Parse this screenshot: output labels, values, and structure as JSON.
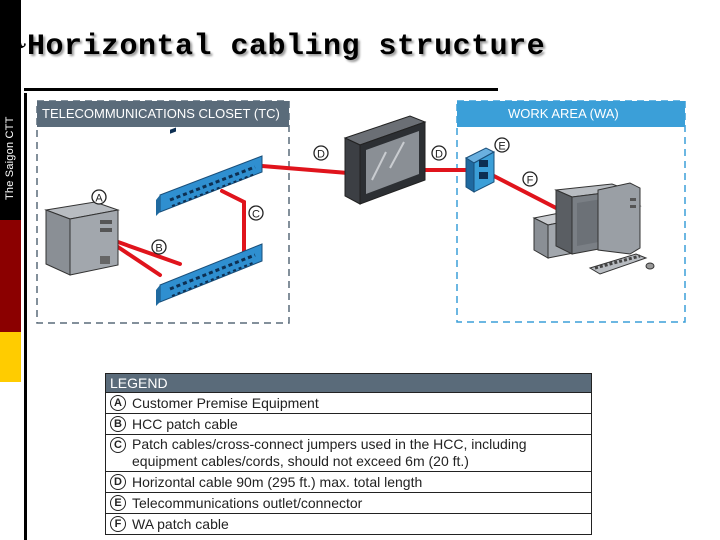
{
  "sidebar": {
    "text": "The Saigon CTT"
  },
  "title": {
    "bullet": "❧",
    "text": "Horizontal cabling structure"
  },
  "diagram": {
    "tc_label": "TELECOMMUNICATIONS CLOSET (TC)",
    "wa_label": "WORK AREA (WA)",
    "markers": {
      "a": "A",
      "b": "B",
      "c": "C",
      "d1": "D",
      "d2": "D",
      "e": "E",
      "f": "F"
    },
    "colors": {
      "cable": "#e0141c",
      "patch_panel": "#2f8fd0",
      "wa_header": "#3b9fd8",
      "tc_header": "#5a6b7a"
    }
  },
  "legend": {
    "header": "LEGEND",
    "items": [
      {
        "letter": "A",
        "text": "Customer Premise Equipment"
      },
      {
        "letter": "B",
        "text": "HCC patch cable"
      },
      {
        "letter": "C",
        "text": "Patch cables/cross-connect jumpers used in the HCC, including equipment cables/cords, should not exceed 6m (20 ft.)"
      },
      {
        "letter": "D",
        "text": "Horizontal cable 90m (295 ft.) max. total length"
      },
      {
        "letter": "E",
        "text": "Telecommunications outlet/connector"
      },
      {
        "letter": "F",
        "text": "WA patch cable"
      }
    ]
  }
}
